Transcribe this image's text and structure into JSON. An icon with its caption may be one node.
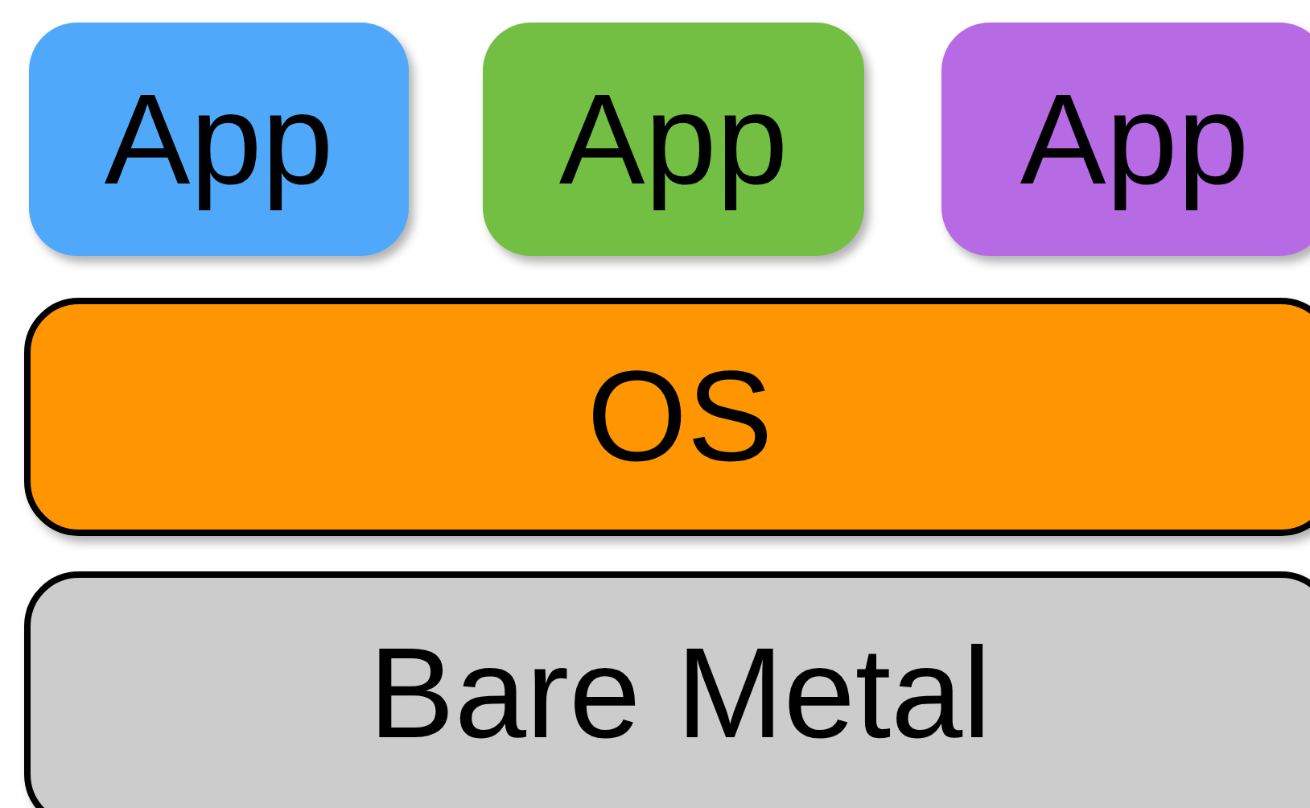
{
  "diagram": {
    "nodes": [
      {
        "text": [
          "App"
        ]
      },
      {
        "text": [
          "App"
        ]
      },
      {
        "text": [
          "App"
        ]
      },
      {
        "text": [
          "OS"
        ]
      },
      {
        "text": [
          "Bare Metal"
        ]
      }
    ]
  }
}
